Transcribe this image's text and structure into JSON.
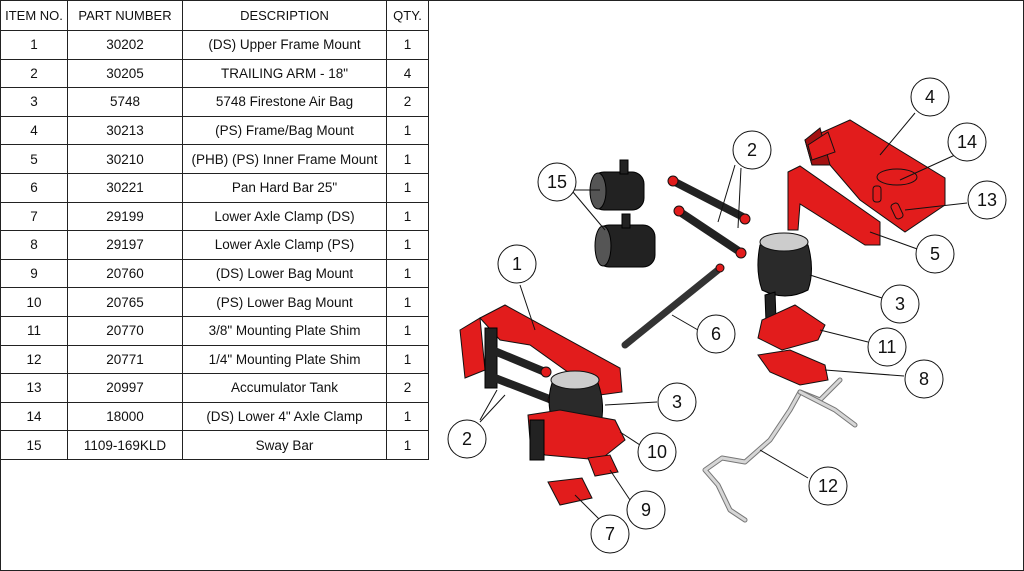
{
  "bom": {
    "headers": [
      "ITEM NO.",
      "PART NUMBER",
      "DESCRIPTION",
      "QTY."
    ],
    "rows": [
      [
        "1",
        "30202",
        "(DS) Upper Frame Mount",
        "1"
      ],
      [
        "2",
        "30205",
        "TRAILING ARM - 18\"",
        "4"
      ],
      [
        "3",
        "5748",
        "5748 Firestone Air Bag",
        "2"
      ],
      [
        "4",
        "30213",
        "(PS) Frame/Bag Mount",
        "1"
      ],
      [
        "5",
        "30210",
        "(PHB) (PS) Inner Frame Mount",
        "1"
      ],
      [
        "6",
        "30221",
        "Pan Hard Bar 25\"",
        "1"
      ],
      [
        "7",
        "29199",
        "Lower Axle Clamp (DS)",
        "1"
      ],
      [
        "8",
        "29197",
        "Lower Axle Clamp (PS)",
        "1"
      ],
      [
        "9",
        "20760",
        "(DS) Lower Bag Mount",
        "1"
      ],
      [
        "10",
        "20765",
        "(PS) Lower Bag Mount",
        "1"
      ],
      [
        "11",
        "20770",
        "3/8\" Mounting Plate Shim",
        "1"
      ],
      [
        "12",
        "20771",
        "1/4\" Mounting Plate Shim",
        "1"
      ],
      [
        "13",
        "20997",
        "Accumulator Tank",
        "2"
      ],
      [
        "14",
        "18000",
        "(DS) Lower 4\" Axle Clamp",
        "1"
      ],
      [
        "15",
        "1109-169KLD",
        "Sway Bar",
        "1"
      ]
    ]
  },
  "drawing": {
    "colors": {
      "part_red": "#e21c1c",
      "part_black": "#222222",
      "sway_bar": "#777777"
    },
    "callouts": [
      "1",
      "2",
      "2",
      "3",
      "3",
      "4",
      "5",
      "6",
      "7",
      "8",
      "9",
      "10",
      "11",
      "12",
      "13",
      "14",
      "15"
    ]
  }
}
